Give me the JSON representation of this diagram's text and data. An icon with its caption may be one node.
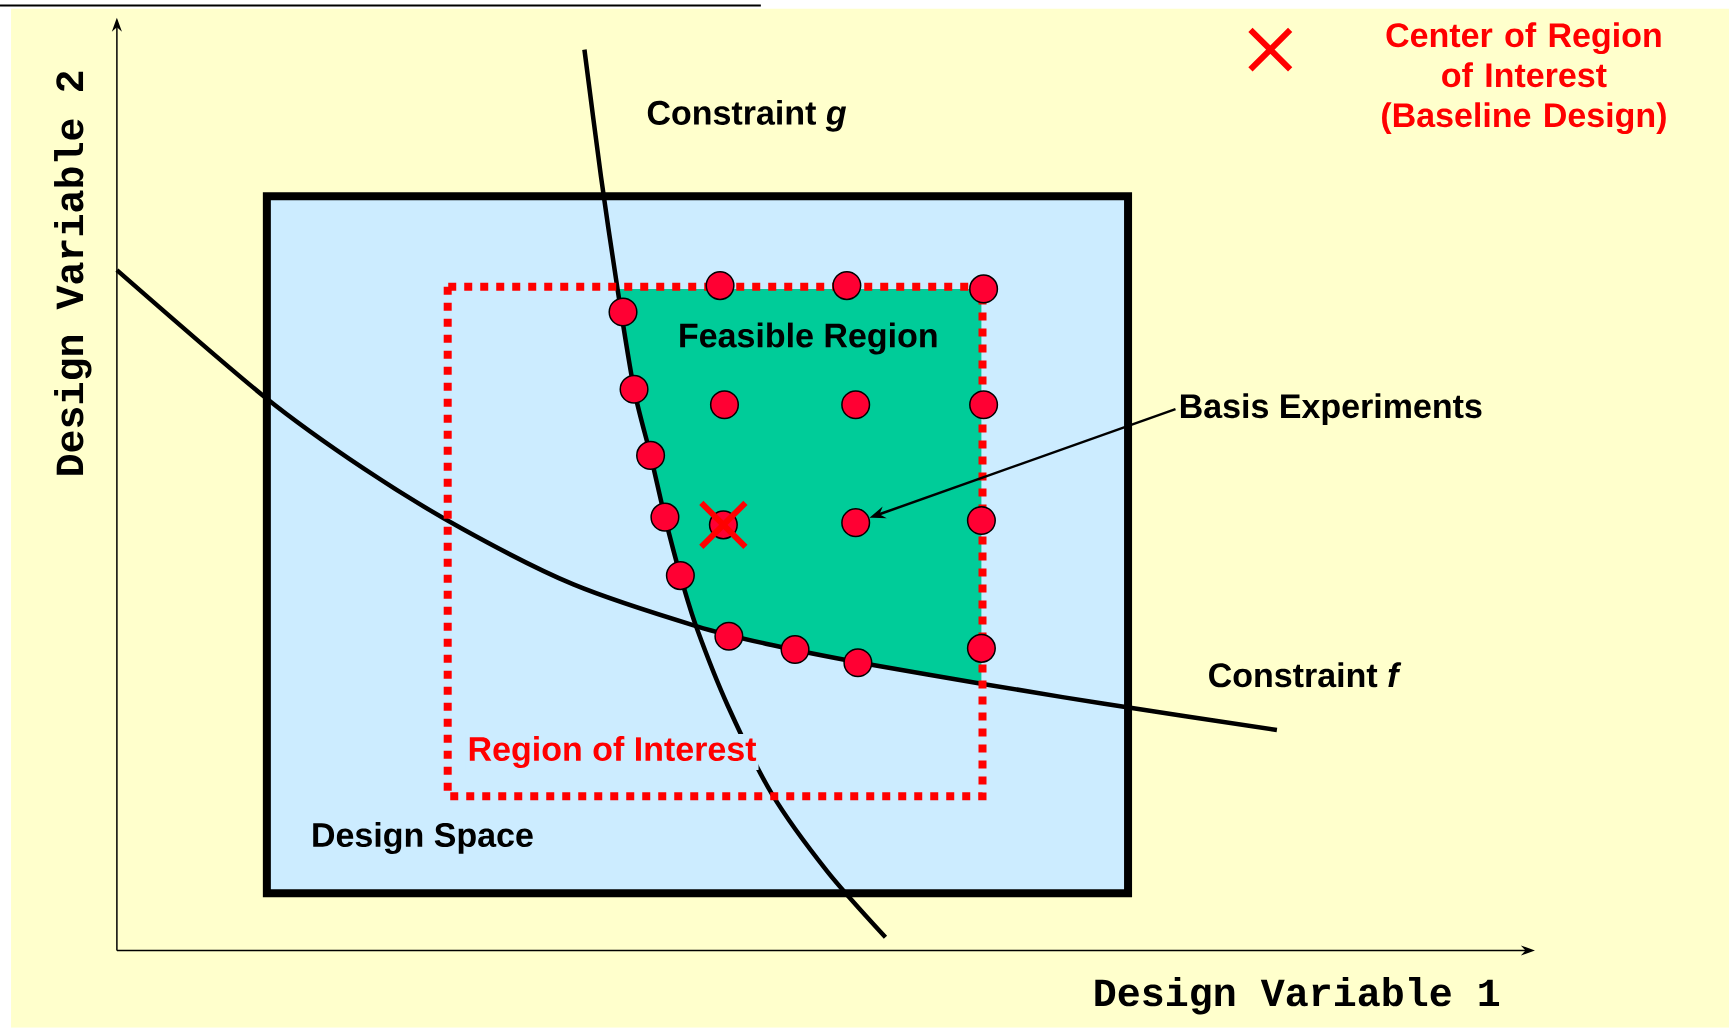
{
  "diagram": {
    "nodes": [
      {
        "text": [
          "Design Space"
        ]
      },
      {
        "text": [
          "Region of Interest"
        ],
        "in": 0
      },
      {
        "text": [
          "Feasible Region"
        ],
        "in": 1
      },
      {
        "text": [
          "Basis Experiments"
        ]
      },
      {
        "text": [],
        "shape": "circle",
        "in": 0
      },
      {
        "text": [],
        "shape": "circle",
        "in": 0
      },
      {
        "text": [],
        "shape": "circle",
        "in": 0
      },
      {
        "text": [],
        "shape": "circle",
        "in": 1
      },
      {
        "text": [],
        "shape": "circle",
        "in": 1
      },
      {
        "text": [],
        "shape": "circle",
        "in": 2
      },
      {
        "text": [],
        "shape": "circle",
        "in": 2
      },
      {
        "text": [],
        "shape": "circle",
        "in": 0
      },
      {
        "text": [],
        "shape": "circle",
        "in": 2
      },
      {
        "text": [],
        "shape": "circle",
        "in": 1
      },
      {
        "text": [],
        "shape": "circle",
        "in": 2
      },
      {
        "text": [],
        "shape": "circle",
        "in": 2
      },
      {
        "text": [],
        "shape": "circle",
        "in": 0
      },
      {
        "text": [],
        "shape": "circle",
        "in": 1
      },
      {
        "text": [],
        "shape": "circle",
        "in": 1
      },
      {
        "text": [],
        "shape": "circle",
        "in": 2
      },
      {
        "text": [],
        "shape": "circle",
        "in": 1
      },
      {
        "text": [],
        "shape": "circle",
        "in": 0
      }
    ],
    "edges": [
      {
        "from": 3,
        "to": 15,
        "arrow": "to"
      }
    ],
    "labels": [
      "Constraint *g*",
      "Constraint *f*",
      "Design Variable 2",
      "Design Variable 1"
    ],
    "legend": [
      {
        "text": "Center of Region of Interest (Baseline Design)"
      }
    ]
  }
}
